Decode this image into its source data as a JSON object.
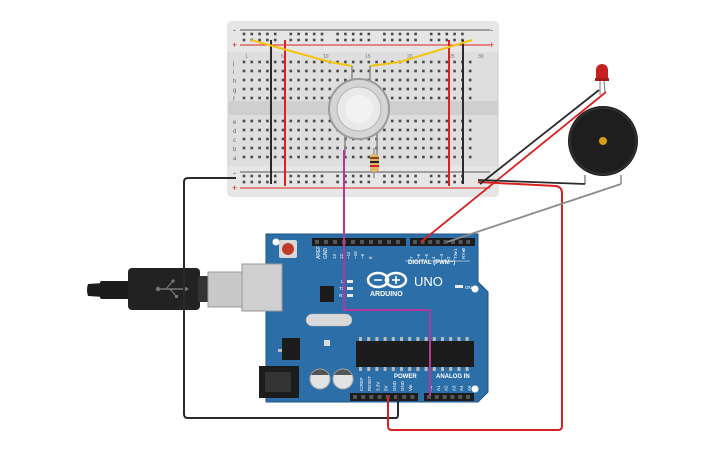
{
  "board": {
    "logo_text": "ARDUINO",
    "model": "UNO",
    "digital_label": "DIGITAL (PWM~)",
    "power_label": "POWER",
    "analog_label": "ANALOG IN",
    "on_label": "ON",
    "tx_label": "TX",
    "rx_label": "RX",
    "l_label": "L",
    "aref": "AREF",
    "gnd": "GND",
    "digital_pins": [
      "13",
      "12",
      "~11",
      "~10",
      "~9",
      "8",
      "7",
      "~6",
      "~5",
      "4",
      "~3",
      "2",
      "TX▸1",
      "RX◂0"
    ],
    "power_pins": [
      "IOREF",
      "RESET",
      "3.3V",
      "5V",
      "GND",
      "GND",
      "Vin"
    ],
    "analog_pins": [
      "A0",
      "A1",
      "A2",
      "A3",
      "A4",
      "A5"
    ]
  },
  "breadboard": {
    "rows_top": [
      "j",
      "i",
      "h",
      "g",
      "f"
    ],
    "rows_bottom": [
      "e",
      "d",
      "c",
      "b",
      "a"
    ],
    "columns": [
      "1",
      "5",
      "10",
      "15",
      "20",
      "25",
      "30"
    ],
    "plus": "+",
    "minus": "-"
  },
  "colors": {
    "board_blue": "#2c6fa8",
    "wire_red": "#d92121",
    "wire_black": "#2a2a2a",
    "wire_yellow": "#f2c40f",
    "wire_magenta": "#b8359c",
    "wire_gray": "#8a8a8a"
  }
}
